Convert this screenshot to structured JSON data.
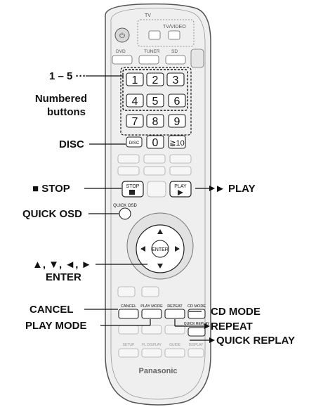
{
  "remote": {
    "brand": "Panasonic",
    "top_labels": [
      "TV",
      "TV/VIDEO",
      "DVD",
      "TUNER",
      "SD"
    ],
    "number_keys": [
      "1",
      "2",
      "3",
      "4",
      "5",
      "6",
      "7",
      "8",
      "9",
      "0",
      "≧10"
    ],
    "disc_key": "DISC",
    "stop_key": "STOP",
    "play_key": "PLAY",
    "quick_osd_key": "QUICK OSD",
    "enter_key": "ENTER",
    "row_keys": [
      "CANCEL",
      "PLAY MODE",
      "REPEAT",
      "CD MODE"
    ],
    "quick_replay_key": "QUICK REPLAY",
    "bottom_labels": [
      "SETUP",
      "FL DISPLAY",
      "GUIDE",
      "DISPLAY"
    ],
    "colors": {
      "body": "#efefef",
      "outline": "#555555",
      "keys": "#ffffff",
      "text": "#111111"
    }
  },
  "callouts": {
    "one_to_five": "1 – 5 ···",
    "numbered": "Numbered",
    "buttons": "buttons",
    "disc": "DISC",
    "stop": "■ STOP",
    "play": "► PLAY",
    "quick_osd": "QUICK OSD",
    "arrows": "▲, ▼, ◄, ►",
    "enter": "ENTER",
    "cancel": "CANCEL",
    "play_mode": "PLAY MODE",
    "cd_mode": "CD MODE",
    "repeat": "REPEAT",
    "quick_replay": "QUICK REPLAY"
  }
}
